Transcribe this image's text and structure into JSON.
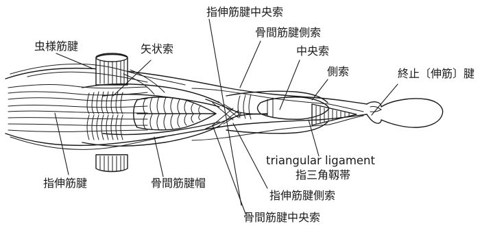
{
  "labels": {
    "extensor_central_slip": "指伸筋腱中央索",
    "interosseous_lateral_band": "骨間筋腱側索",
    "lumbrical_tendon": "虫様筋腱",
    "sagittal_band": "矢状索",
    "central_slip": "中央索",
    "lateral_band": "側索",
    "terminal_tendon": "終止〔伸筋〕腱",
    "triangular_ligament_en": "triangular ligament",
    "triangular_ligament_ja": "指三角靱帯",
    "extensor_tendon": "指伸筋腱",
    "interosseous_hood": "骨間筋腱帽",
    "extensor_lateral_band": "指伸筋腱側索",
    "interosseous_central_slip": "骨間筋腱中央索"
  }
}
